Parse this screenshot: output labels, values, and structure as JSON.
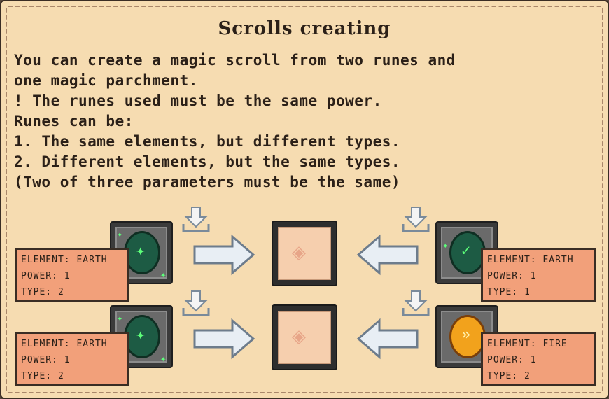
{
  "title": "Scrolls creating",
  "instructions": [
    "You can create a magic scroll from two runes and",
    "one magic parchment.",
    "! The runes used must be the same power.",
    "Runes can be:",
    "1. The same elements, but different types.",
    "2. Different elements, but the same types.",
    "(Two of three parameters must be the same)"
  ],
  "recipes": [
    {
      "left_rune": {
        "element": "ELEMENT: EARTH",
        "power": "POWER: 1",
        "type": "TYPE: 2",
        "gem": "earth-rune-icon"
      },
      "right_rune": {
        "element": "ELEMENT: EARTH",
        "power": "POWER: 1",
        "type": "TYPE: 1",
        "gem": "earth-rune-icon"
      },
      "result": "magic-parchment-icon"
    },
    {
      "left_rune": {
        "element": "ELEMENT: EARTH",
        "power": "POWER: 1",
        "type": "TYPE: 2",
        "gem": "earth-rune-icon"
      },
      "right_rune": {
        "element": "ELEMENT: FIRE",
        "power": "POWER: 1",
        "type": "TYPE: 2",
        "gem": "fire-rune-icon"
      },
      "result": "magic-parchment-icon"
    }
  ],
  "colors": {
    "background": "#f6dcb1",
    "info_box": "#f2a07a",
    "earth_gem": "#1d5b44",
    "fire_gem": "#f2a21c",
    "glow": "#5dff7a"
  }
}
